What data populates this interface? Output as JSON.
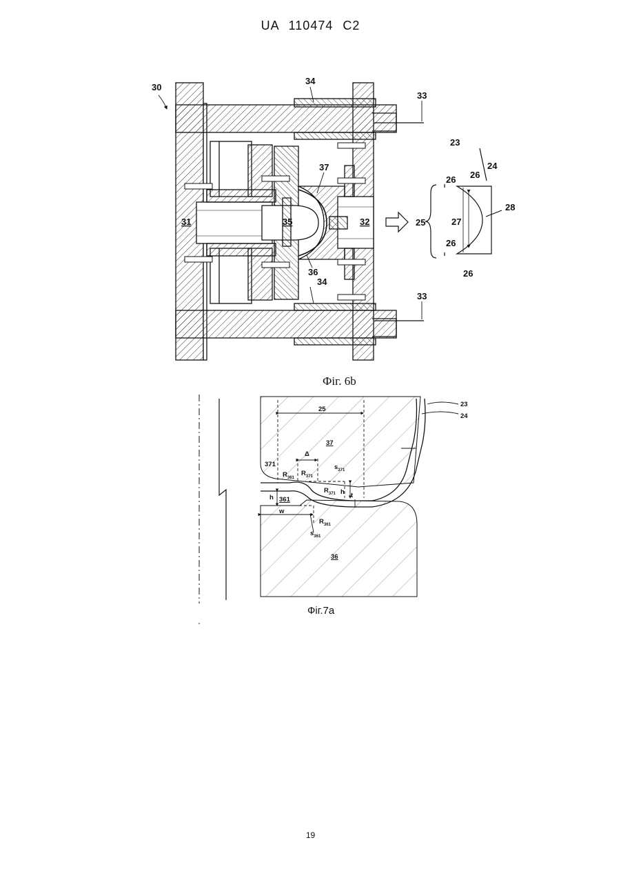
{
  "header": {
    "patent_number": "UA   110474   C2"
  },
  "figure_6b": {
    "caption": "Фіг. 6b",
    "labels": {
      "l30": "30",
      "l31": "31",
      "l32": "32",
      "l33a": "33",
      "l33b": "33",
      "l34a": "34",
      "l34b": "34",
      "l35": "35",
      "l36": "36",
      "l37": "37",
      "l23": "23",
      "l24": "24",
      "l25": "25",
      "l26a": "26",
      "l26b": "26",
      "l26c": "26",
      "l26d": "26",
      "l27": "27",
      "l28": "28"
    }
  },
  "figure_7a": {
    "caption": "Фіг.7а",
    "labels": {
      "l25": "25",
      "l23": "23",
      "l24": "24",
      "l37": "37",
      "l371": "371",
      "delta": "Δ",
      "s371": "s",
      "s371_sub": "371",
      "r361": "R",
      "r361_sub": "361",
      "r371": "R",
      "r371_sub": "371",
      "r371b": "R",
      "r371b_sub": "371",
      "r361b": "R",
      "r361b_sub": "361",
      "l361": "361",
      "h1": "h",
      "h2": "h",
      "t": "t",
      "w": "w",
      "s361": "s",
      "s361_sub": "361",
      "l36": "36"
    }
  },
  "footer": {
    "page_number": "19"
  }
}
